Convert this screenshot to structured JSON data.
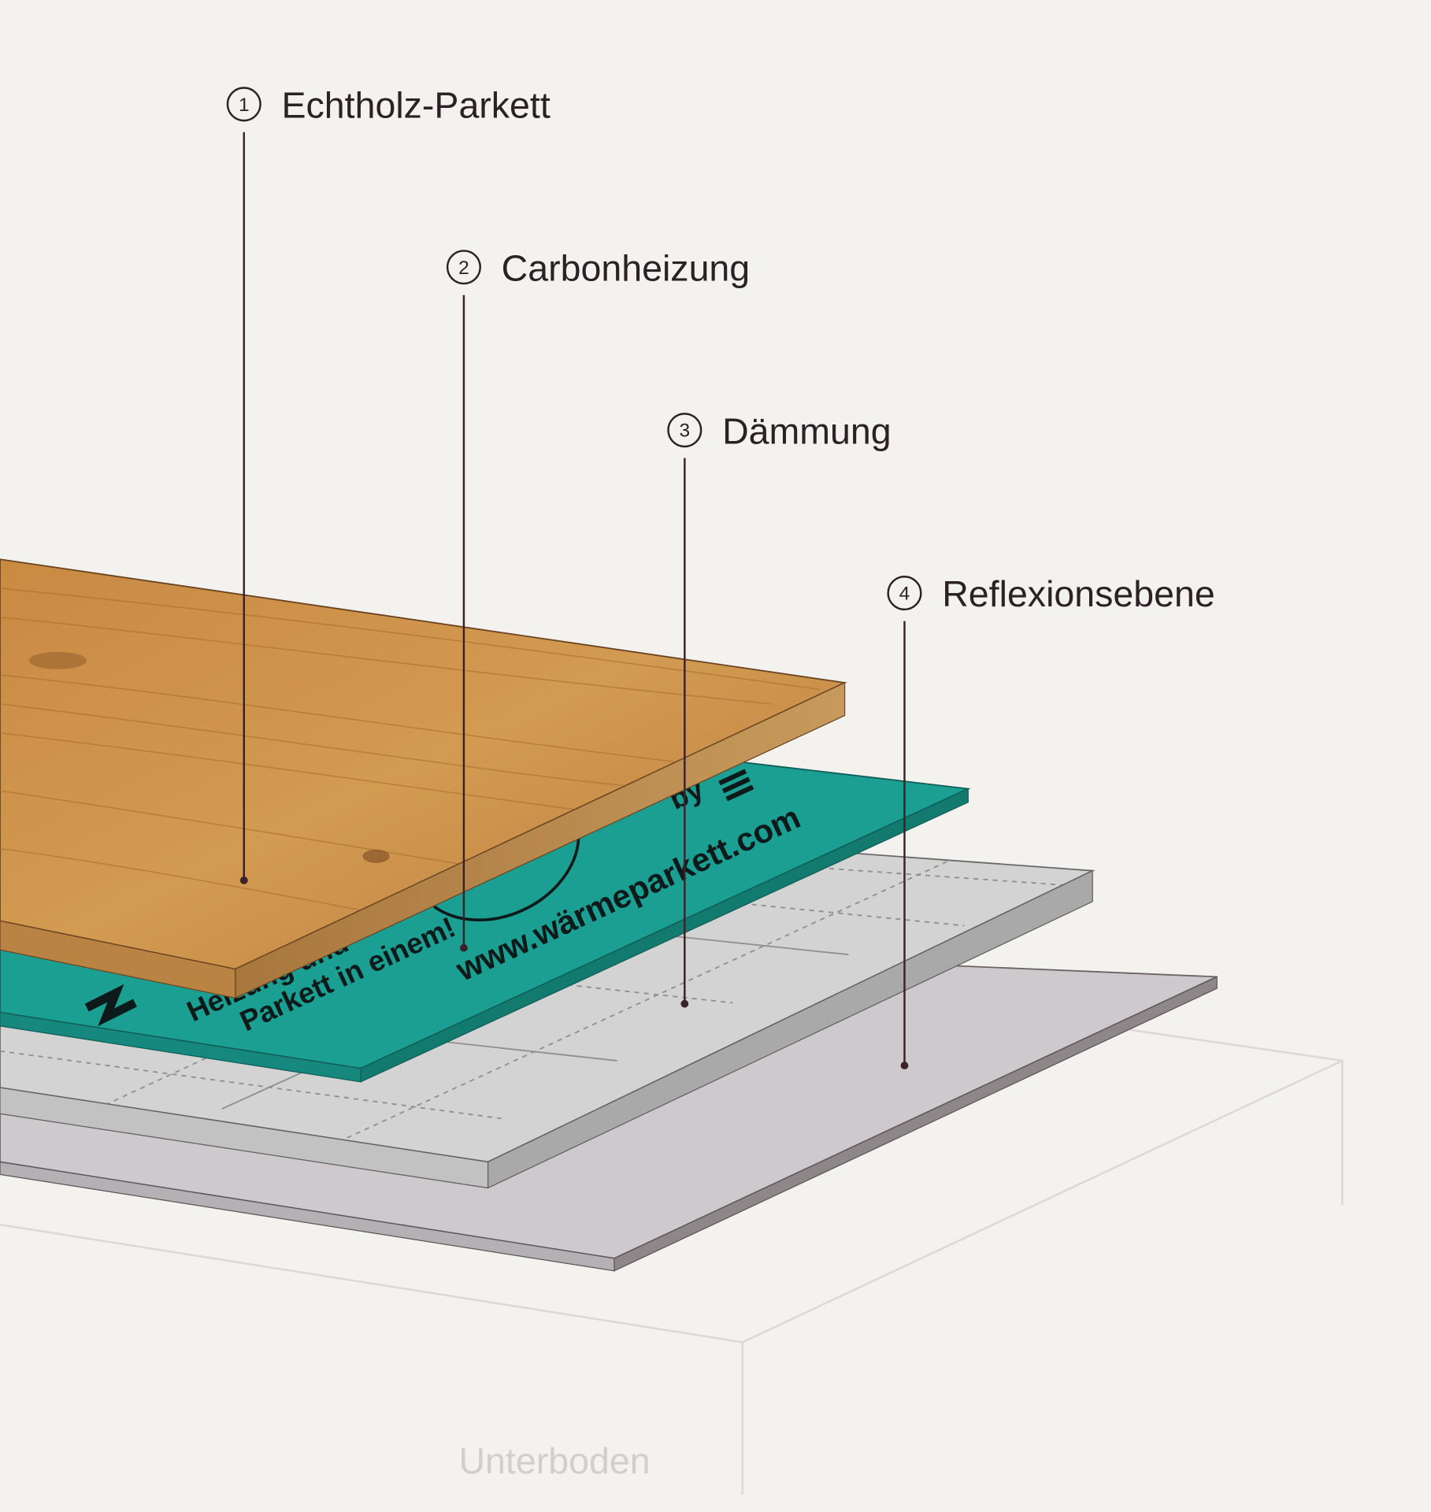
{
  "colors": {
    "background": "#f4f2ee",
    "wood": "#c8893f",
    "teal": "#1a9e92",
    "insulation": "#cfcfcf",
    "reflection": "#cbc7ca",
    "leader": "#3a2226"
  },
  "layers": [
    {
      "number": "1",
      "label": "Echtholz-Parkett"
    },
    {
      "number": "2",
      "label": "Carbonheizung"
    },
    {
      "number": "3",
      "label": "Dämmung"
    },
    {
      "number": "4",
      "label": "Reflexionsebene"
    }
  ],
  "heater_print": {
    "line1": "Heizung und",
    "line2": "Parkett in einem!",
    "url": "www.wärmeparkett.com",
    "by": "by"
  },
  "base_label": "Unterboden"
}
